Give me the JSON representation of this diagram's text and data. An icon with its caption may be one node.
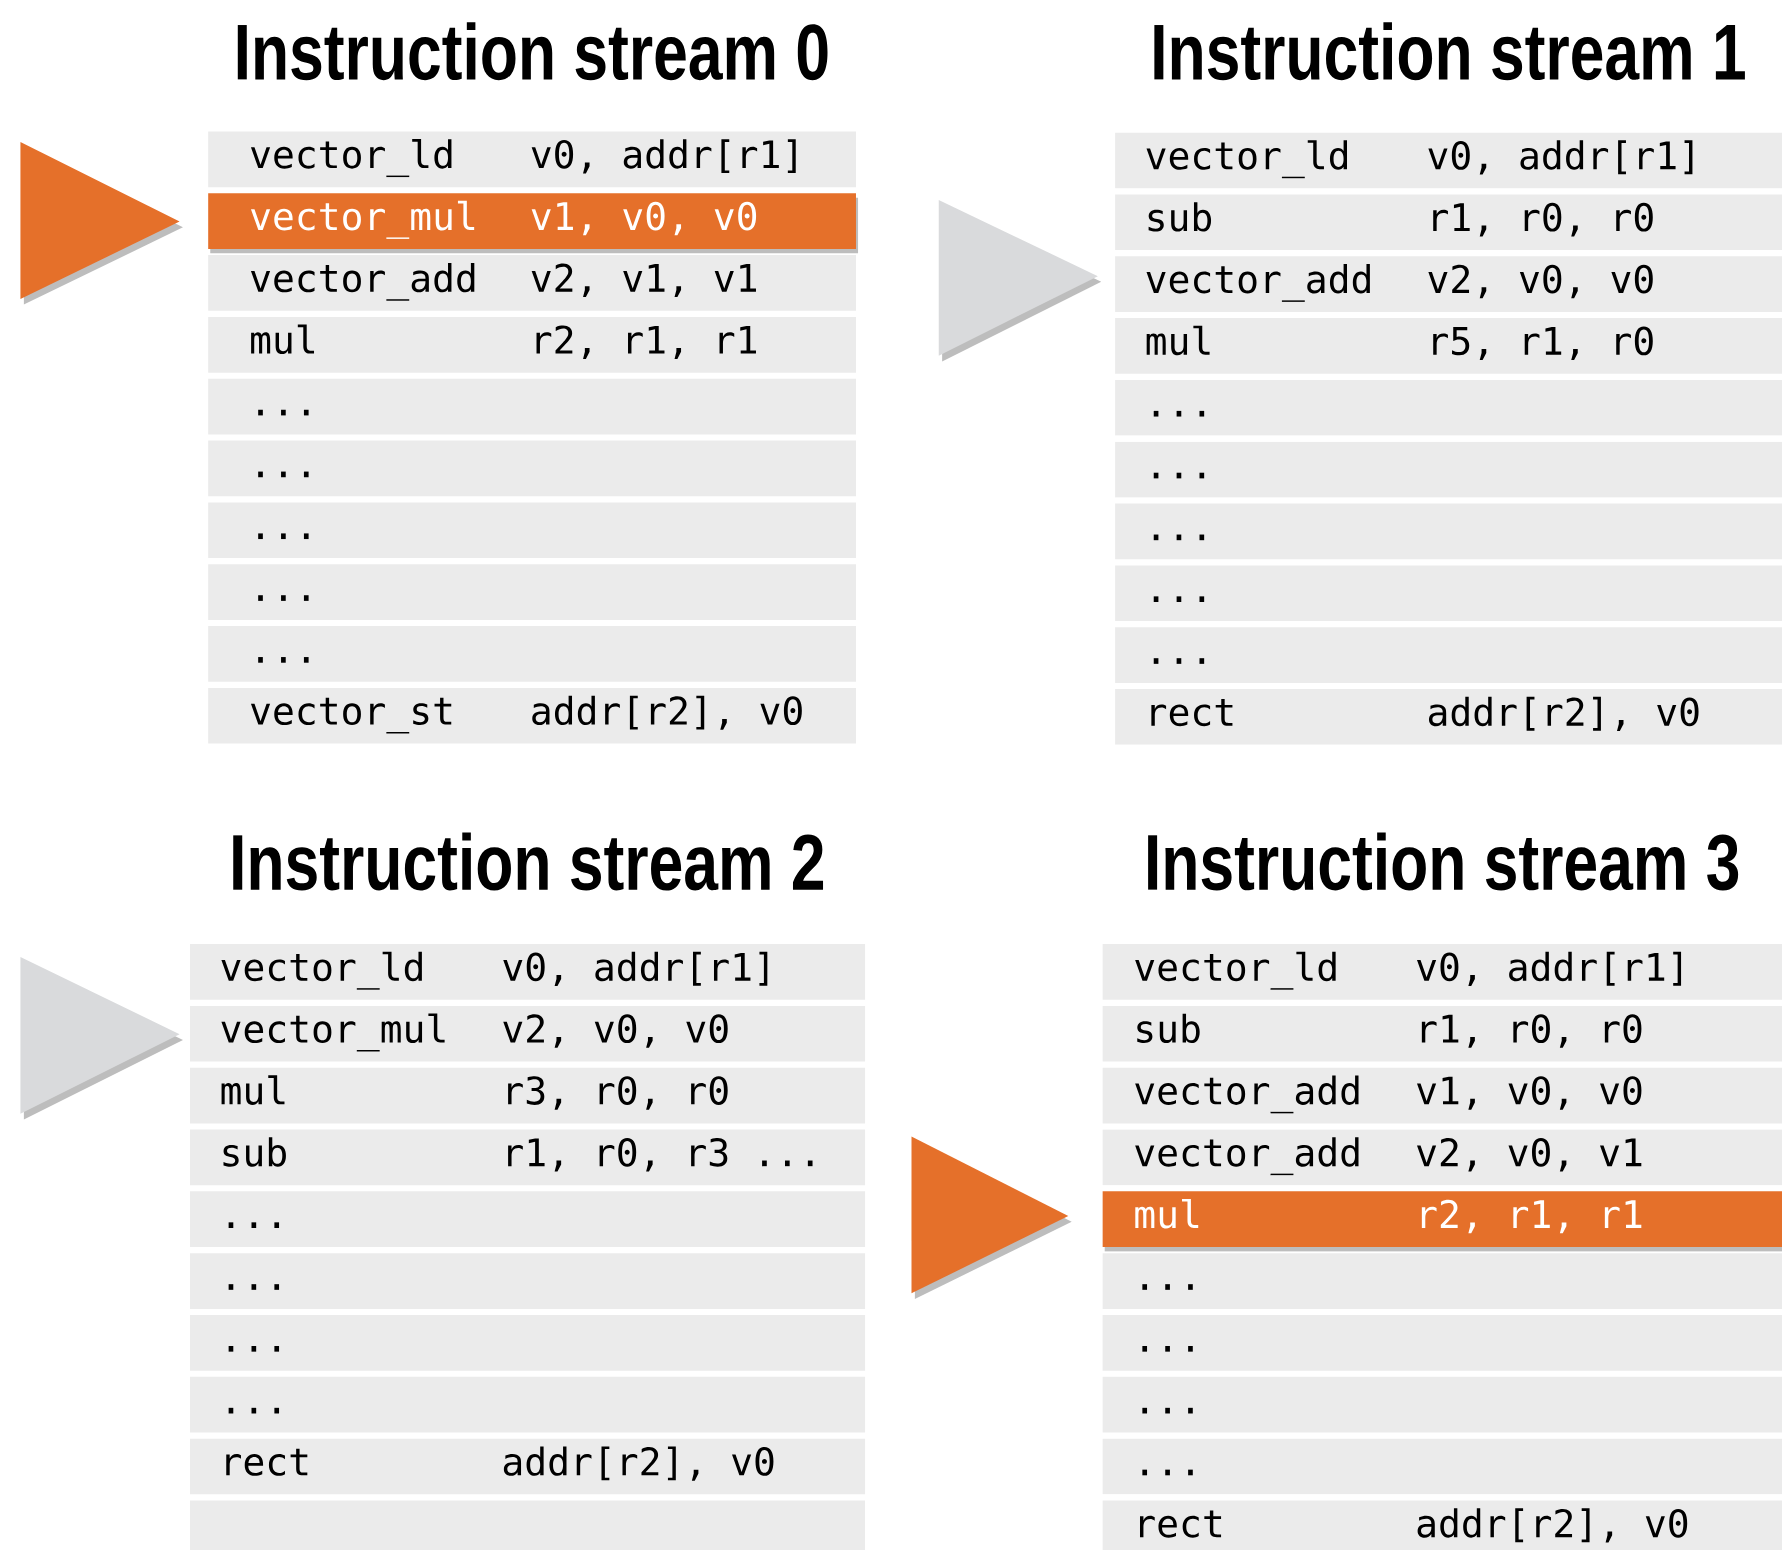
{
  "diagram": {
    "nodes": [
      {
        "text": [
          "vector_ld",
          "v0, addr[r1]"
        ]
      },
      {
        "text": [
          "vector_mul",
          "v1, v0, v0"
        ]
      },
      {
        "text": [
          "vector_add",
          "v2, v1, v1"
        ]
      },
      {
        "text": [
          "mul",
          "r2, r1, r1"
        ]
      },
      {
        "text": [
          "..."
        ]
      },
      {
        "text": [
          "..."
        ]
      },
      {
        "text": [
          "..."
        ]
      },
      {
        "text": [
          "..."
        ]
      },
      {
        "text": [
          "..."
        ]
      },
      {
        "text": [
          "vector_st",
          "addr[r2], v0"
        ]
      },
      {
        "text": [
          "vector_ld",
          "v0, addr[r1]"
        ]
      },
      {
        "text": [
          "sub",
          "r1, r0, r0"
        ]
      },
      {
        "text": [
          "vector_add",
          "v2, v0, v0"
        ]
      },
      {
        "text": [
          "mul",
          "r5, r1, r0"
        ]
      },
      {
        "text": [
          "..."
        ]
      },
      {
        "text": [
          "..."
        ]
      },
      {
        "text": [
          "..."
        ]
      },
      {
        "text": [
          "..."
        ]
      },
      {
        "text": [
          "..."
        ]
      },
      {
        "text": [
          "rect",
          "addr[r2], v0"
        ]
      },
      {
        "text": [
          "vector_ld",
          "v0, addr[r1]"
        ]
      },
      {
        "text": [
          "vector_mul",
          "v2, v0, v0"
        ]
      },
      {
        "text": [
          "mul",
          "r3, r0, r0"
        ]
      },
      {
        "text": [
          "sub",
          "r1, r0, r3 ..."
        ]
      },
      {
        "text": [
          "..."
        ]
      },
      {
        "text": [
          "..."
        ]
      },
      {
        "text": [
          "..."
        ]
      },
      {
        "text": [
          "..."
        ]
      },
      {
        "text": [
          "rect",
          "addr[r2], v0"
        ]
      },
      {
        "text": [],
        "shape": "bar"
      },
      {
        "text": [
          "vector_ld",
          "v0, addr[r1]"
        ]
      },
      {
        "text": [
          "sub",
          "r1, r0, r0"
        ]
      },
      {
        "text": [
          "vector_add",
          "v1, v0, v0"
        ]
      },
      {
        "text": [
          "vector_add",
          "v2, v0, v1"
        ]
      },
      {
        "text": [
          "mul",
          "r2, r1, r1"
        ]
      },
      {
        "text": [
          "..."
        ]
      },
      {
        "text": [
          "..."
        ]
      },
      {
        "text": [
          "..."
        ]
      },
      {
        "text": [
          "..."
        ]
      },
      {
        "text": [
          "rect",
          "addr[r2], v0"
        ]
      }
    ],
    "labels": [
      "Instruction stream 0",
      "Instruction stream 1",
      "Instruction stream 2",
      "Instruction stream 3"
    ]
  }
}
